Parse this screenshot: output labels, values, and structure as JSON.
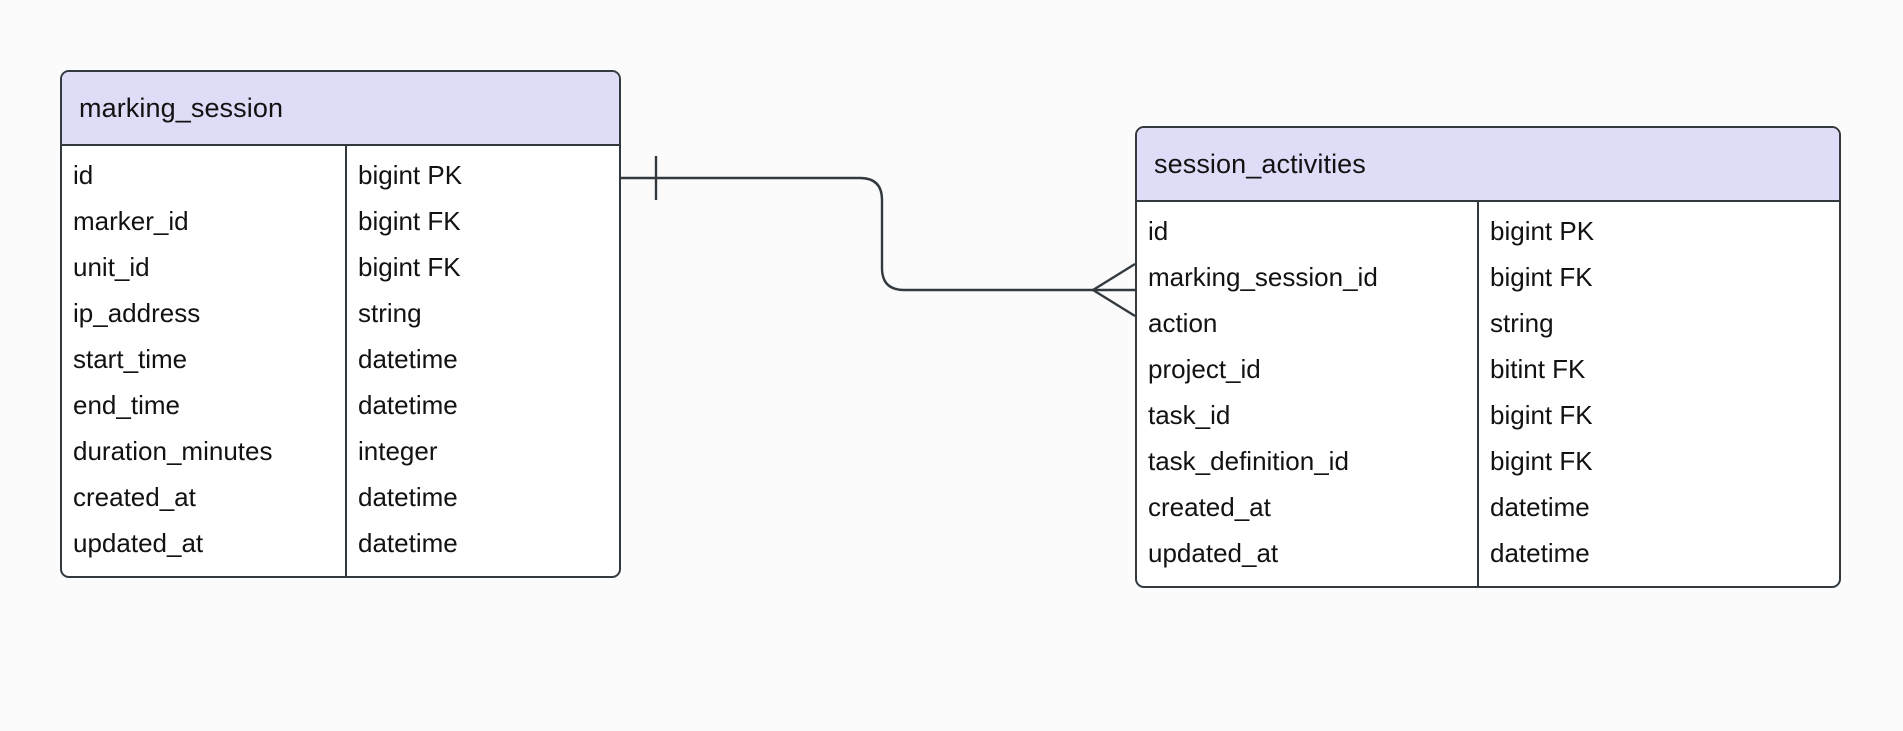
{
  "diagram": {
    "type": "entity-relationship-diagram",
    "background_color": "#fbfbfb",
    "header_fill_color": "#dfdcf7",
    "border_color": "#333a3f",
    "text_color": "#121212"
  },
  "entities": [
    {
      "name": "marking_session",
      "columns": {
        "name_header": "",
        "type_header": ""
      },
      "fields": [
        {
          "name": "id",
          "type": "bigint PK"
        },
        {
          "name": "marker_id",
          "type": "bigint FK"
        },
        {
          "name": "unit_id",
          "type": "bigint FK"
        },
        {
          "name": "ip_address",
          "type": "string"
        },
        {
          "name": "start_time",
          "type": "datetime"
        },
        {
          "name": "end_time",
          "type": "datetime"
        },
        {
          "name": "duration_minutes",
          "type": "integer"
        },
        {
          "name": "created_at",
          "type": "datetime"
        },
        {
          "name": "updated_at",
          "type": "datetime"
        }
      ]
    },
    {
      "name": "session_activities",
      "columns": {
        "name_header": "",
        "type_header": ""
      },
      "fields": [
        {
          "name": "id",
          "type": "bigint PK"
        },
        {
          "name": "marking_session_id",
          "type": "bigint FK"
        },
        {
          "name": "action",
          "type": "string"
        },
        {
          "name": "project_id",
          "type": "bitint FK"
        },
        {
          "name": "task_id",
          "type": "bigint FK"
        },
        {
          "name": "task_definition_id",
          "type": "bigint FK"
        },
        {
          "name": "created_at",
          "type": "datetime"
        },
        {
          "name": "updated_at",
          "type": "datetime"
        }
      ]
    }
  ],
  "relationships": [
    {
      "from_entity": "marking_session",
      "from_field": "id",
      "to_entity": "session_activities",
      "to_field": "marking_session_id",
      "cardinality": "one-to-many",
      "from_marker": "one-tick",
      "to_marker": "crows-foot"
    }
  ]
}
